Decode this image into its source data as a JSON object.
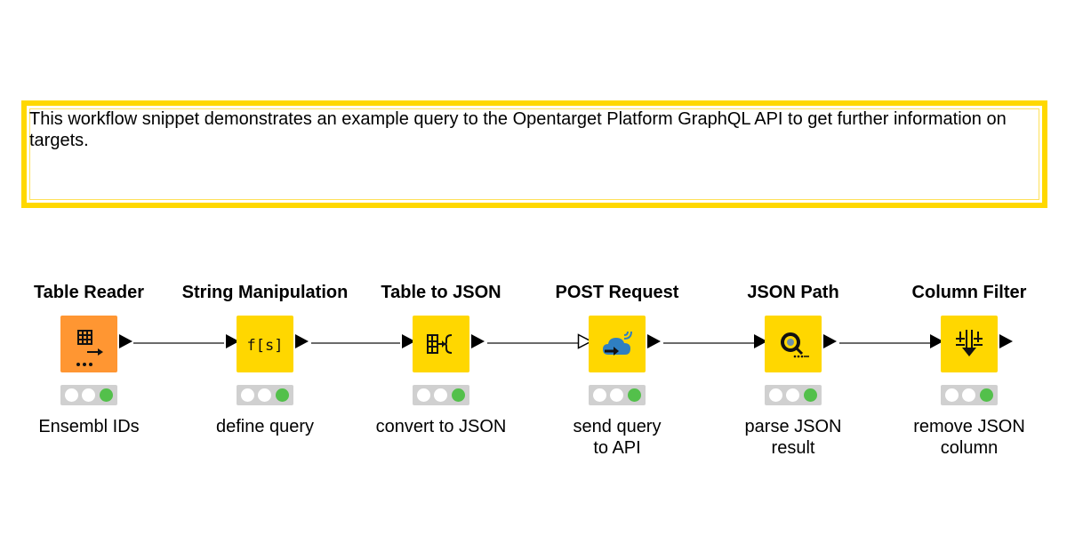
{
  "annotation": {
    "text": "This workflow snippet demonstrates an example query to the Opentarget Platform GraphQL API to get further information on targets."
  },
  "nodes": [
    {
      "title": "Table Reader",
      "label": "Ensembl IDs",
      "icon": "table-reader-icon",
      "category": "source"
    },
    {
      "title": "String Manipulation",
      "label": "define query",
      "icon": "string-manipulation-icon",
      "category": "manipulator"
    },
    {
      "title": "Table to JSON",
      "label": "convert to JSON",
      "icon": "table-to-json-icon",
      "category": "manipulator"
    },
    {
      "title": "POST Request",
      "label": "send query\nto API",
      "icon": "post-request-icon",
      "category": "manipulator"
    },
    {
      "title": "JSON Path",
      "label": "parse JSON\nresult",
      "icon": "json-path-icon",
      "category": "manipulator"
    },
    {
      "title": "Column Filter",
      "label": "remove JSON\ncolumn",
      "icon": "column-filter-icon",
      "category": "manipulator"
    }
  ],
  "colors": {
    "annotation_border": "#ffd800",
    "source_node": "#ff9632",
    "manipulator_node": "#ffd700",
    "status_executed": "#53c04b",
    "connection": "#6b6b6b"
  }
}
